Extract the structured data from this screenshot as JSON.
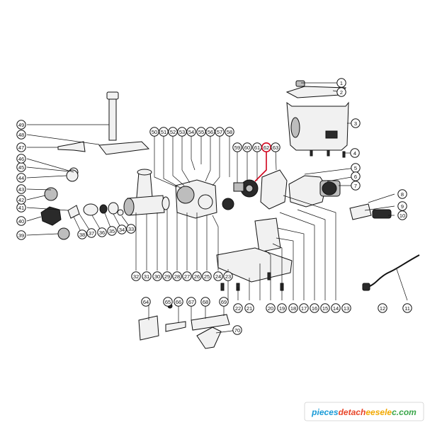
{
  "callouts": [
    {
      "n": "1"
    },
    {
      "n": "2"
    },
    {
      "n": "3"
    },
    {
      "n": "4"
    },
    {
      "n": "5"
    },
    {
      "n": "6"
    },
    {
      "n": "7"
    },
    {
      "n": "8"
    },
    {
      "n": "9"
    },
    {
      "n": "10"
    },
    {
      "n": "11"
    },
    {
      "n": "12"
    },
    {
      "n": "13"
    },
    {
      "n": "14"
    },
    {
      "n": "15"
    },
    {
      "n": "16"
    },
    {
      "n": "17"
    },
    {
      "n": "18"
    },
    {
      "n": "19"
    },
    {
      "n": "20"
    },
    {
      "n": "21"
    },
    {
      "n": "22"
    },
    {
      "n": "23"
    },
    {
      "n": "24"
    },
    {
      "n": "25"
    },
    {
      "n": "26"
    },
    {
      "n": "27"
    },
    {
      "n": "28"
    },
    {
      "n": "29"
    },
    {
      "n": "30"
    },
    {
      "n": "31"
    },
    {
      "n": "32"
    },
    {
      "n": "33"
    },
    {
      "n": "34"
    },
    {
      "n": "35"
    },
    {
      "n": "36"
    },
    {
      "n": "37"
    },
    {
      "n": "38"
    },
    {
      "n": "39"
    },
    {
      "n": "40"
    },
    {
      "n": "41"
    },
    {
      "n": "42"
    },
    {
      "n": "43"
    },
    {
      "n": "44"
    },
    {
      "n": "45"
    },
    {
      "n": "46"
    },
    {
      "n": "47"
    },
    {
      "n": "48"
    },
    {
      "n": "49"
    },
    {
      "n": "50"
    },
    {
      "n": "51"
    },
    {
      "n": "52"
    },
    {
      "n": "53"
    },
    {
      "n": "54"
    },
    {
      "n": "55"
    },
    {
      "n": "56"
    },
    {
      "n": "57"
    },
    {
      "n": "58"
    },
    {
      "n": "59"
    },
    {
      "n": "60"
    },
    {
      "n": "61"
    },
    {
      "n": "62",
      "highlighted": true
    },
    {
      "n": "63"
    },
    {
      "n": "64"
    },
    {
      "n": "65"
    },
    {
      "n": "66"
    },
    {
      "n": "67"
    },
    {
      "n": "68"
    },
    {
      "n": "69"
    },
    {
      "n": "70"
    }
  ],
  "highlight_color": "#d0021b",
  "line_color": "#111111",
  "watermark": {
    "text": "piecesdetacheeselec.com",
    "colors": [
      "#1a9bd7",
      "#e8462a",
      "#f2a900",
      "#3aa64a"
    ]
  }
}
